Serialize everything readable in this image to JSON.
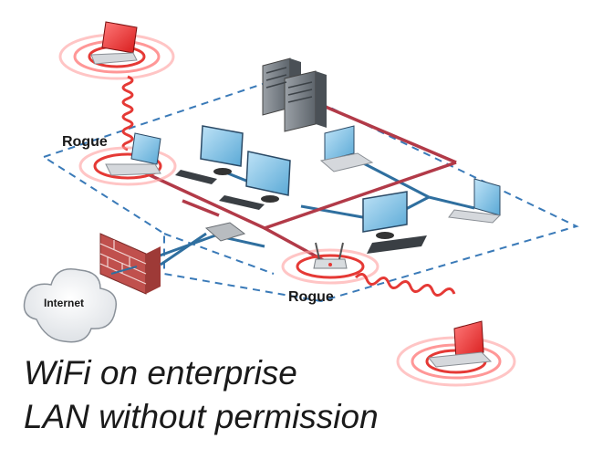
{
  "labels": {
    "rogue_top": "Rogue",
    "rogue_bottom": "Rogue",
    "internet": "Internet"
  },
  "caption": {
    "line1": "WiFi on enterprise",
    "line2": "LAN without permission"
  },
  "colors": {
    "rogue_red": "#e53935",
    "wired_blue": "#2f6f9f",
    "rogue_link": "#b23a48",
    "zone_border": "#3a7ab8",
    "firewall": "#c0504d"
  }
}
